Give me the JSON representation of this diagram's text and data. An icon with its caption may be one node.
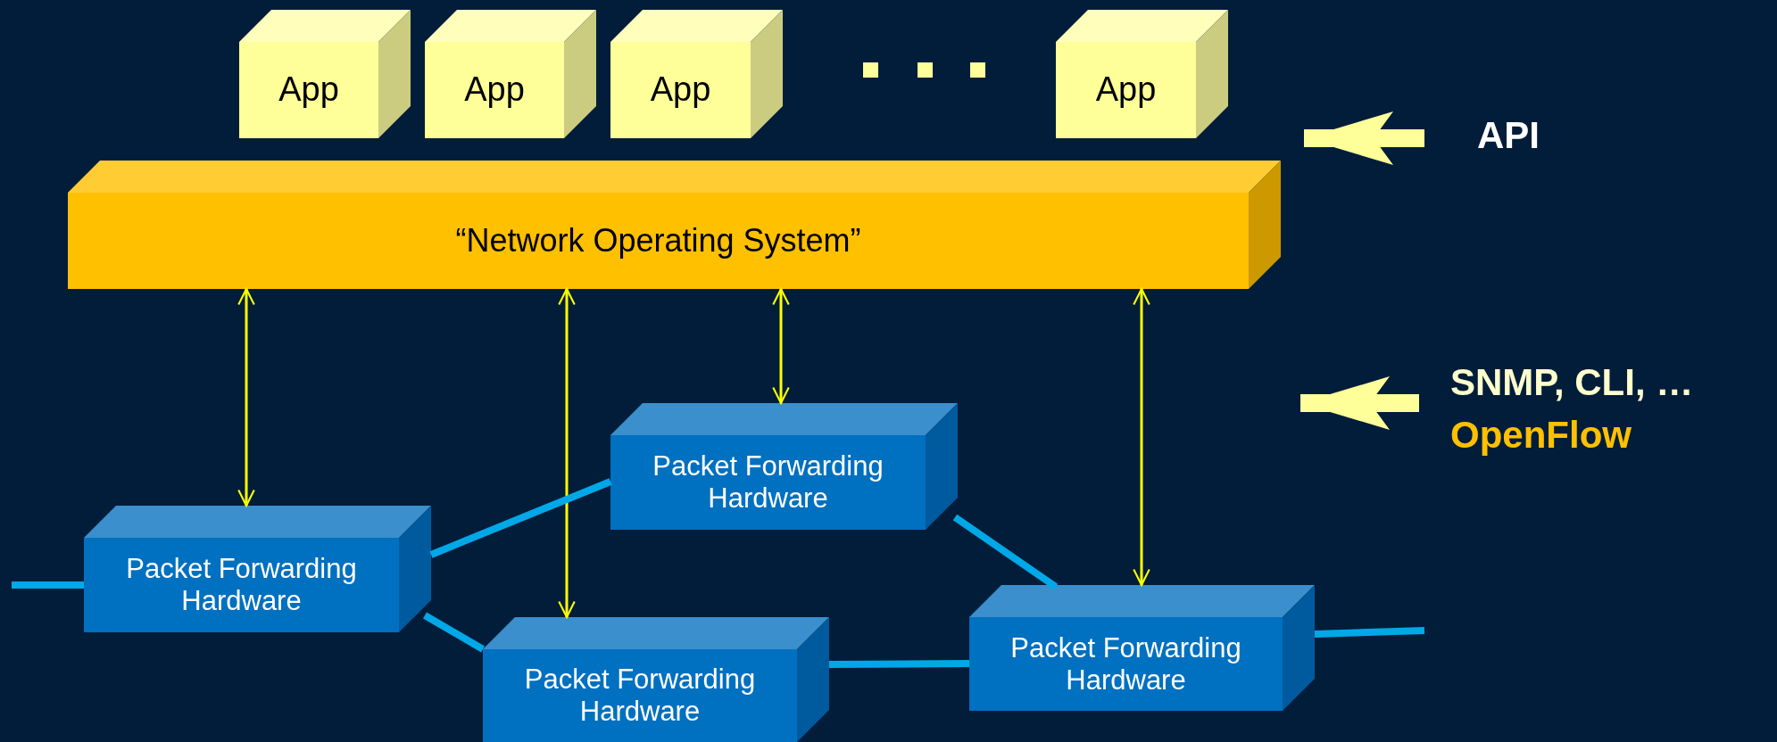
{
  "diagram": {
    "nodes": [
      {
        "text": [
          "App"
        ]
      },
      {
        "text": [
          "App"
        ]
      },
      {
        "text": [
          "App"
        ]
      },
      {
        "text": [
          "App"
        ]
      },
      {
        "text": [
          "“Network Operating System”"
        ]
      },
      {
        "text": [
          "Packet Forwarding Hardware"
        ]
      },
      {
        "text": [
          "Packet Forwarding Hardware"
        ]
      },
      {
        "text": [
          "Packet Forwarding Hardware"
        ]
      },
      {
        "text": [
          "Packet Forwarding Hardware"
        ]
      },
      {
        "text": [
          "API"
        ]
      },
      {
        "text": [
          "SNMP, CLI, …",
          "OpenFlow"
        ]
      }
    ],
    "edges": [
      {
        "from": 4,
        "to": 5,
        "arrow": "both",
        "color": "#ffff00"
      },
      {
        "from": 4,
        "to": 7,
        "arrow": "both",
        "color": "#ffff00"
      },
      {
        "from": 4,
        "to": 6,
        "arrow": "both",
        "color": "#ffff00"
      },
      {
        "from": 4,
        "to": 8,
        "arrow": "both",
        "color": "#ffff00"
      },
      {
        "from": null,
        "to": 5,
        "arrow": "none"
      },
      {
        "from": 5,
        "to": 6,
        "arrow": "none"
      },
      {
        "from": 5,
        "to": 7,
        "arrow": "none"
      },
      {
        "from": 6,
        "to": 8,
        "arrow": "none"
      },
      {
        "from": 7,
        "to": 8,
        "arrow": "none"
      },
      {
        "from": 8,
        "to": null,
        "arrow": "none"
      },
      {
        "from": 9,
        "to": 4,
        "arrow": "to",
        "style": "thick",
        "color": "#ffff99"
      },
      {
        "from": 10,
        "to": null,
        "arrow": "to",
        "style": "thick",
        "color": "#ffff99"
      }
    ]
  }
}
